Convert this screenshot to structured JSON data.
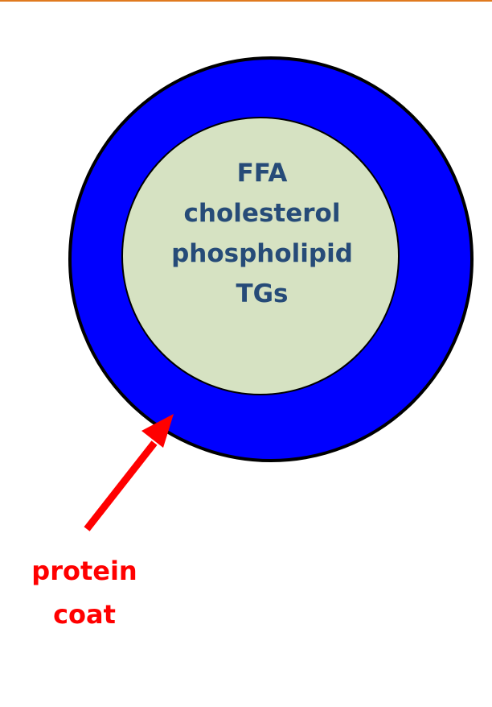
{
  "diagram": {
    "core_components": [
      "FFA",
      "cholesterol",
      "phospholipid",
      "TGs"
    ],
    "outer_label": [
      "protein",
      "coat"
    ]
  },
  "colors": {
    "top_rule": "#E07A1F",
    "protein_coat": "#0000FF",
    "core_fill": "#D6E2C2",
    "outline": "#000000",
    "core_text": "#264B78",
    "arrow": "#FF0000",
    "label_text": "#FF0000"
  }
}
